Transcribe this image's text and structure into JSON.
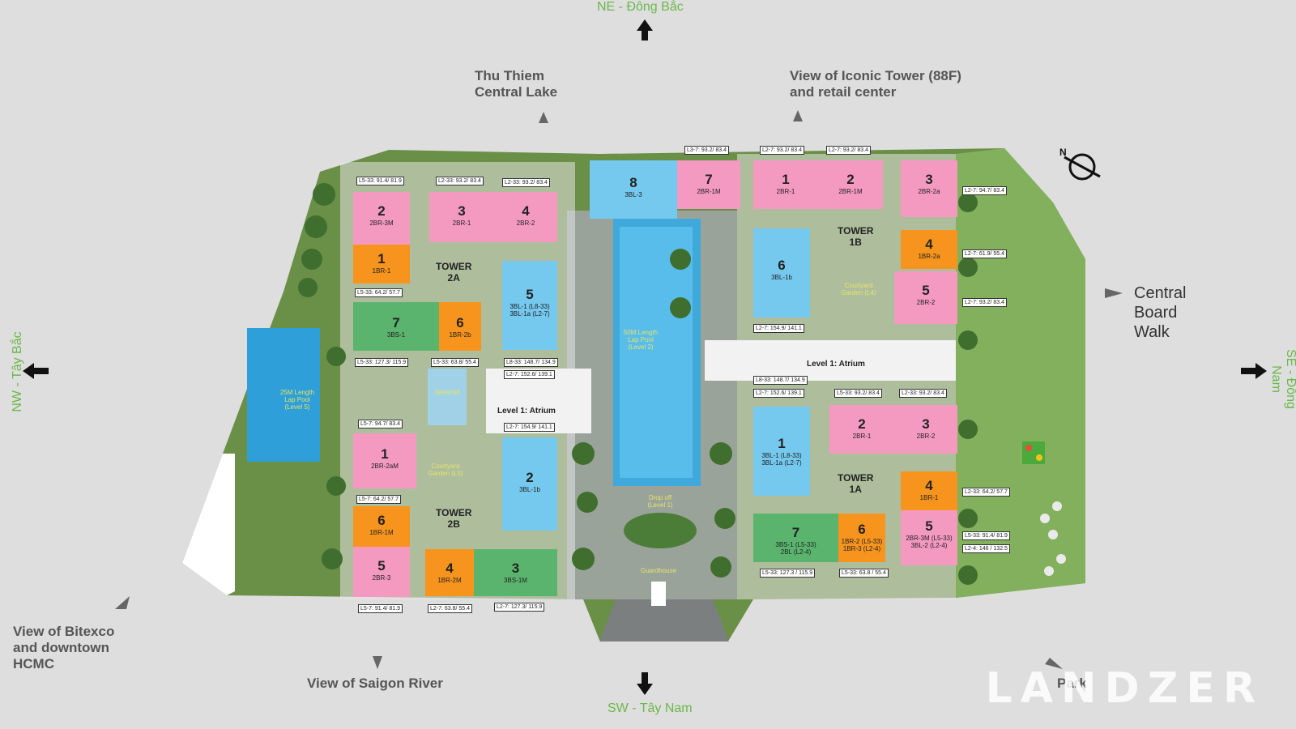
{
  "compass": {
    "ne": "NE - Đông Bắc",
    "sw": "SW - Tây Nam",
    "nw": "NW - Tây Bắc",
    "se": "SE - Đông Nam"
  },
  "views": {
    "lake": "Thu Thiem\nCentral Lake",
    "iconic": "View of Iconic Tower (88F)\nand retail center",
    "boardwalk": "Central\nBoard\nWalk",
    "bitexco": "View of Bitexco\nand downtown\nHCMC",
    "river": "View of Saigon River",
    "park": "Park"
  },
  "towers": {
    "t2a": "TOWER\n2A",
    "t2b": "TOWER\n2B",
    "t1a": "TOWER\n1A",
    "t1b": "TOWER\n1B"
  },
  "labels": {
    "atrium_left": "Level 1: Atrium",
    "atrium_right": "Level 1: Atrium",
    "pool50": "50M Length\nLap Pool\n(Level 2)",
    "pool25": "25M Length\nLap Pool\n(Level 5)",
    "waterfall": "Waterfall",
    "courtyard_l5": "Courtyard\nGarden (L5)",
    "courtyard_l4": "Courtyard\nGarden (L4)",
    "dropoff": "Drop off\n(Level 1)",
    "guardhouse": "Guardhouse"
  },
  "logo": "LANDZER",
  "units": {
    "u2a_2": {
      "n": "2",
      "c": "2BR-3M"
    },
    "u2a_3": {
      "n": "3",
      "c": "2BR-1"
    },
    "u2a_4": {
      "n": "4",
      "c": "2BR-2"
    },
    "u2a_1": {
      "n": "1",
      "c": "1BR-1"
    },
    "u2a_5": {
      "n": "5",
      "c": "3BL-1 (L8-33)\n3BL-1a (L2-7)"
    },
    "u2a_7": {
      "n": "7",
      "c": "3BS-1"
    },
    "u2a_6": {
      "n": "6",
      "c": "1BR-2b"
    },
    "u2b_1": {
      "n": "1",
      "c": "2BR-2aM"
    },
    "u2b_2": {
      "n": "2",
      "c": "3BL-1b"
    },
    "u2b_6": {
      "n": "6",
      "c": "1BR-1M"
    },
    "u2b_5": {
      "n": "5",
      "c": "2BR-3"
    },
    "u2b_4": {
      "n": "4",
      "c": "1BR-2M"
    },
    "u2b_3": {
      "n": "3",
      "c": "3BS-1M"
    },
    "u1b_8": {
      "n": "8",
      "c": "3BL-3"
    },
    "u1b_7": {
      "n": "7",
      "c": "2BR-1M"
    },
    "u1b_1": {
      "n": "1",
      "c": "2BR-1"
    },
    "u1b_2": {
      "n": "2",
      "c": "2BR-1M"
    },
    "u1b_3": {
      "n": "3",
      "c": "2BR-2a"
    },
    "u1b_4": {
      "n": "4",
      "c": "1BR-2a"
    },
    "u1b_6": {
      "n": "6",
      "c": "3BL-1b"
    },
    "u1b_5": {
      "n": "5",
      "c": "2BR-2"
    },
    "u1a_1": {
      "n": "1",
      "c": "3BL-1 (L8-33)\n3BL-1a (L2-7)"
    },
    "u1a_2": {
      "n": "2",
      "c": "2BR-1"
    },
    "u1a_3": {
      "n": "3",
      "c": "2BR-2"
    },
    "u1a_4": {
      "n": "4",
      "c": "1BR-1"
    },
    "u1a_7": {
      "n": "7",
      "c": "3BS-1 (L5-33)\n2BL (L2-4)"
    },
    "u1a_6": {
      "n": "6",
      "c": "1BR-2 (L5-33)\n1BR-3 (L2-4)"
    },
    "u1a_5": {
      "n": "5",
      "c": "2BR-3M (L5-33)\n3BL-2 (L2-4)"
    }
  },
  "areas": [
    "L5-33: 91.4/ 81.9",
    "L2-33: 93.2/ 83.4",
    "L2-33: 93.2/ 83.4",
    "L5-33: 64.2/ 57.7",
    "L5-33: 127.3/ 115.9",
    "L5-33: 63.8/ 55.4",
    "L8-33: 148.7/ 134.9",
    "L2-7: 152.6/ 139.1",
    "L5-7: 94.7/ 83.4",
    "L2-7: 154.9/ 141.1",
    "L5-7: 64.2/ 57.7",
    "L5-7: 91.4/ 81.9",
    "L2-7: 63.8/ 55.4",
    "L2-7: 127.3/ 115.9",
    "L3-7: 93.2/ 83.4",
    "L2-7: 93.2/ 83.4",
    "L2-7: 93.2/ 83.4",
    "L2-7: 94.7/ 83.4",
    "L2-7: 61.9/ 55.4",
    "L2-7: 93.2/ 83.4",
    "L2-7: 154.9/ 141.1",
    "L8-33: 148.7/ 134.9",
    "L2-7: 152.6/ 139.1",
    "L5-33: 93.2/ 83.4",
    "L2-33: 93.2/ 83.4",
    "L2-33: 64.2/ 57.7",
    "L5-33: 91.4/ 81.9",
    "L2-4: 146 / 132.5",
    "L5-33: 127.3 / 115.9",
    "L5-33: 63.8 / 55.4"
  ],
  "colors": {
    "pink": "#f49ac1",
    "orange": "#f7941d",
    "blue": "#75c9ef",
    "green": "#5ab46d",
    "compass": "#6bb84a"
  }
}
